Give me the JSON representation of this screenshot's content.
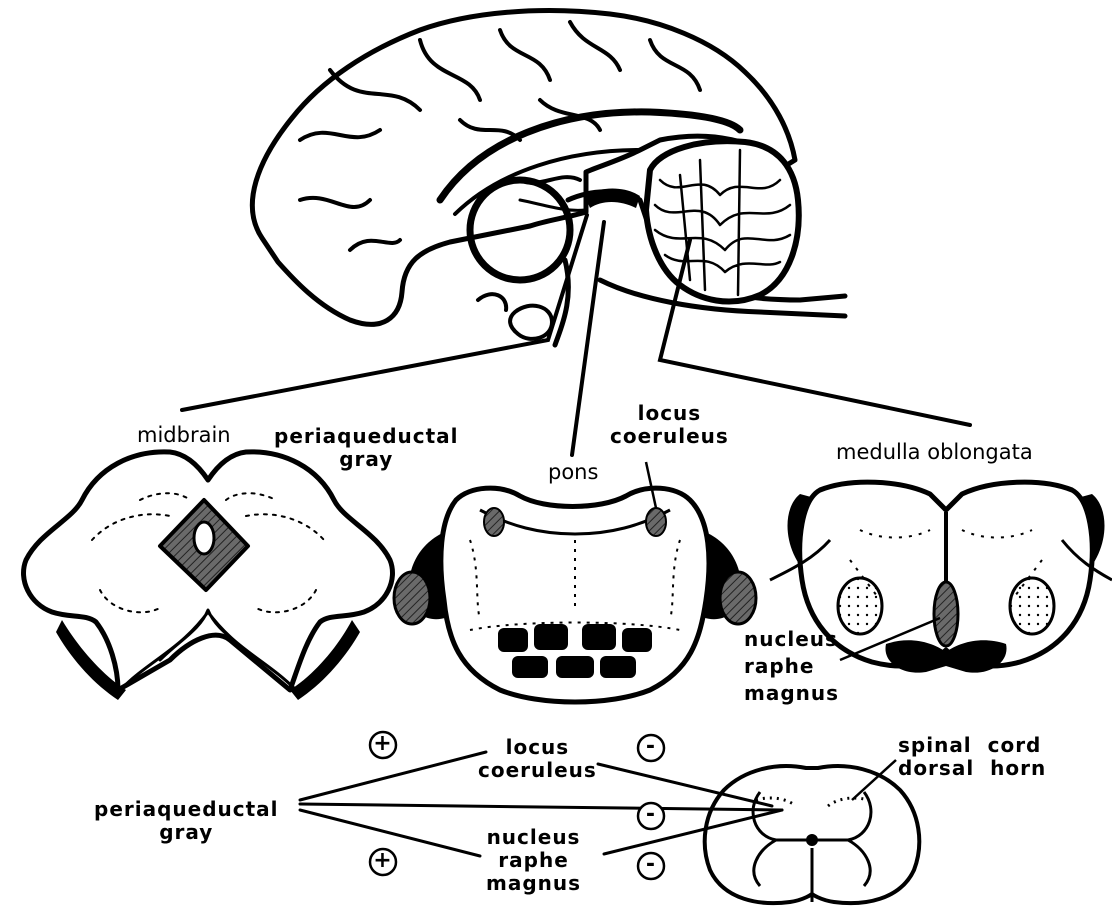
{
  "labels": {
    "midbrain": "midbrain",
    "periaqueductal_gray_top": "periaqueductal\ngray",
    "locus_coeruleus_top": "locus\ncoeruleus",
    "pons": "pons",
    "medulla_oblongata": "medulla oblongata",
    "nucleus_raphe_magnus_top": "nucleus\nraphe\nmagnus",
    "locus_coeruleus_bottom": "locus\ncoeruleus",
    "periaqueductal_gray_bottom": "periaqueductal\ngray",
    "nucleus_raphe_magnus_bottom": "nucleus\nraphe\nmagnus",
    "spinal_cord_dorsal_horn": "spinal  cord\ndorsal  horn"
  },
  "signs": {
    "plus_top": "+",
    "plus_bottom": "+",
    "minus_1": "-",
    "minus_2": "-",
    "minus_3": "-"
  },
  "colors": {
    "ink": "#000000",
    "shaded": "#555555",
    "paper": "#ffffff"
  }
}
